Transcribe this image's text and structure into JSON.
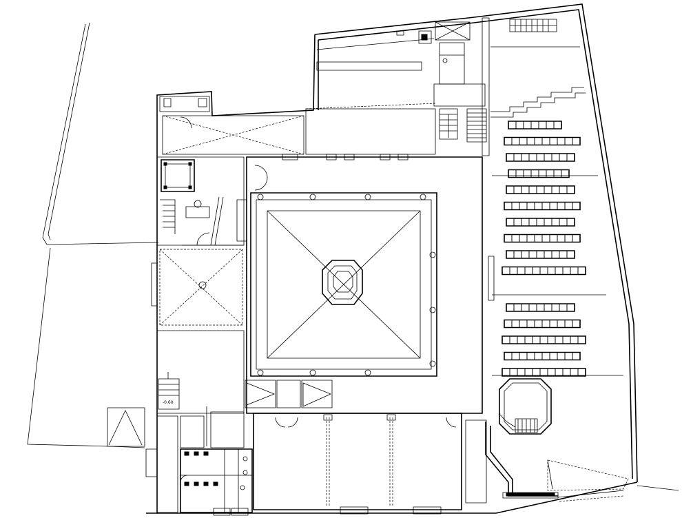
{
  "plan": {
    "level_label": "-0.60",
    "seating": {
      "rows": [
        {
          "seats": 7
        },
        {
          "seats": 10
        },
        {
          "seats": 9
        },
        {
          "seats": 8
        },
        {
          "seats": 9
        },
        {
          "seats": 10
        },
        {
          "seats": 9
        },
        {
          "seats": 10
        },
        {
          "seats": 9
        },
        {
          "seats": 11
        },
        {
          "seats": 9
        },
        {
          "seats": 10
        },
        {
          "seats": 11
        },
        {
          "seats": 10
        },
        {
          "seats": 11
        }
      ]
    }
  }
}
